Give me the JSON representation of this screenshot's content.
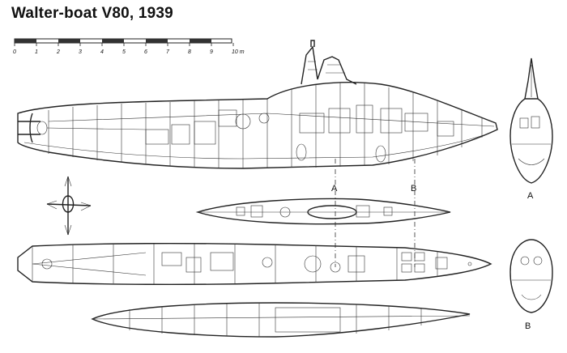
{
  "title": "Walter-boat V80, 1939",
  "scale": {
    "ticks": [
      "0",
      "1",
      "2",
      "3",
      "4",
      "5",
      "6",
      "7",
      "8",
      "9",
      "10 m"
    ]
  },
  "sections": {
    "a_label": "A",
    "b_label": "B",
    "section_a_caption": "A",
    "section_b_caption": "B"
  }
}
